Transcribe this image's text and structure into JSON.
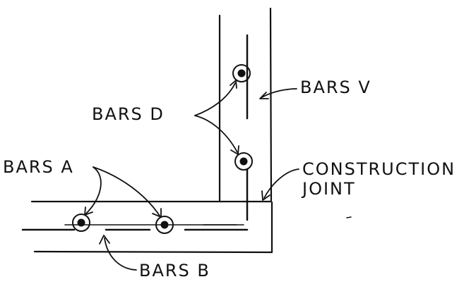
{
  "labels": {
    "bars_v": "BARS V",
    "bars_d": "BARS D",
    "bars_a": "BARS A",
    "bars_b": "BARS B",
    "construction_joint_line1": "CONSTRUCTION",
    "construction_joint_line2": "JOINT"
  },
  "colors": {
    "ink": "#111111",
    "paper": "#ffffff"
  }
}
